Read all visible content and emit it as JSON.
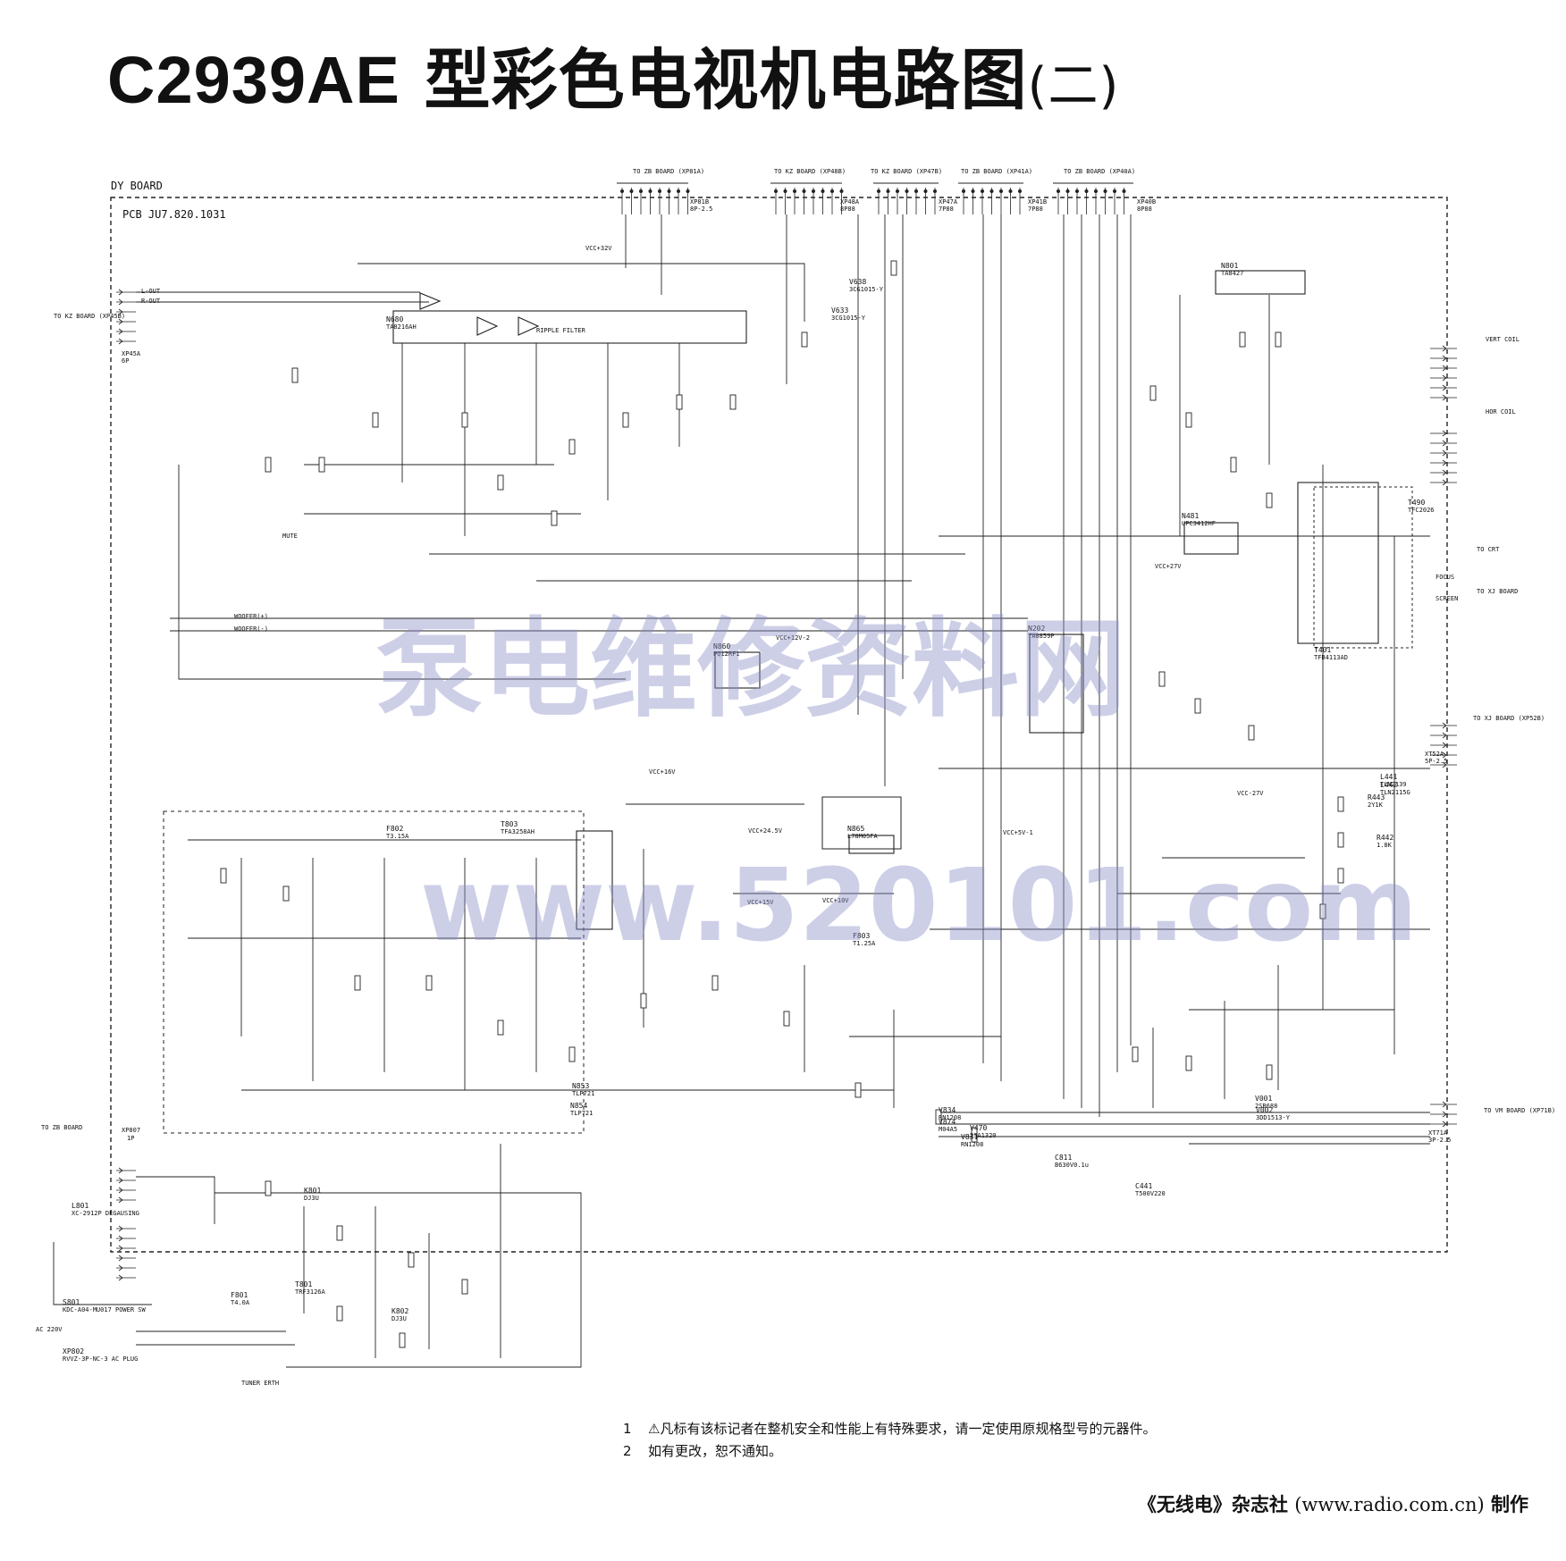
{
  "title": {
    "model": "C2939AE",
    "text": "型彩色电视机电路图",
    "suffix": "(二)"
  },
  "board": {
    "name": "DY BOARD",
    "pcb": "PCB JU7.820.1031"
  },
  "connectors_top": [
    {
      "label": "TO ZB BOARD (XP81A)",
      "id": "XP81B",
      "spec": "8P-2.5"
    },
    {
      "label": "TO KZ BOARD (XP48B)",
      "id": "XP48A",
      "spec": "8P88"
    },
    {
      "label": "TO KZ BOARD (XP47B)",
      "id": "XP47A",
      "spec": "7P88"
    },
    {
      "label": "TO ZB BOARD (XP41A)",
      "id": "XP41B",
      "spec": "7P88"
    },
    {
      "label": "TO ZB BOARD (XP40A)",
      "id": "XP40B",
      "spec": "8P88"
    }
  ],
  "connectors_side": [
    {
      "label": "TO KZ BOARD (XP45B)",
      "id": "XP45A",
      "spec": "6P"
    },
    {
      "label": "VERT COIL"
    },
    {
      "label": "HOR COIL"
    },
    {
      "label": "TO CRT"
    },
    {
      "label": "TO XJ BOARD"
    },
    {
      "label": "TO XJ BOARD (XP52B)",
      "id": "XT52A",
      "spec": "5P-2.5"
    },
    {
      "label": "TO VM BOARD (XP71B)",
      "id": "XT71A",
      "spec": "3P-2.5"
    },
    {
      "label": "TO ZB BOARD",
      "id": "XP807",
      "spec": "1P"
    },
    {
      "label": "AC 220V"
    },
    {
      "label": "TUNER ERTH"
    }
  ],
  "components": [
    {
      "ref": "N680",
      "part": "TA8216AH"
    },
    {
      "ref": "N801",
      "part": "TA8427"
    },
    {
      "ref": "N202",
      "part": "TA8859P"
    },
    {
      "ref": "N860",
      "part": "PQ12RF1"
    },
    {
      "ref": "N865",
      "part": "L78M05FA"
    },
    {
      "ref": "N481",
      "part": "UPC3412HF"
    },
    {
      "ref": "T803",
      "part": "TFA3258AH"
    },
    {
      "ref": "T401",
      "part": "TFB4113AD"
    },
    {
      "ref": "T490",
      "part": "TFC2026"
    },
    {
      "ref": "T801",
      "part": "TRF3126A"
    },
    {
      "ref": "V638",
      "part": "3CG1015-Y"
    },
    {
      "ref": "V633",
      "part": "3CG1015-Y"
    },
    {
      "ref": "V002",
      "part": "3DD1513-Y"
    },
    {
      "ref": "V001",
      "part": "2SB688"
    },
    {
      "ref": "V470",
      "part": "2SA1320"
    },
    {
      "ref": "V831",
      "part": "RN1208"
    },
    {
      "ref": "V834",
      "part": "RN1208"
    },
    {
      "ref": "V874",
      "part": "M04A5"
    },
    {
      "ref": "N854",
      "part": "TLP721"
    },
    {
      "ref": "N853",
      "part": "TLP721"
    },
    {
      "ref": "F802",
      "part": "T3.15A"
    },
    {
      "ref": "F801",
      "part": "T4.0A"
    },
    {
      "ref": "F803",
      "part": "T1.25A"
    },
    {
      "ref": "L801",
      "part": "XC-2912P DEGAUSING"
    },
    {
      "ref": "S801",
      "part": "KDC-A04-MU017 POWER SW"
    },
    {
      "ref": "XP802",
      "part": "RVVZ-3P-NC-3 AC PLUG"
    },
    {
      "ref": "K801",
      "part": "DJ3U"
    },
    {
      "ref": "K802",
      "part": "DJ3U"
    },
    {
      "ref": "C811",
      "part": "B630V0.1u"
    },
    {
      "ref": "C441",
      "part": "T500V220"
    },
    {
      "ref": "L441",
      "part": "TLN2139"
    },
    {
      "ref": "L442",
      "part": "TLN2115G"
    },
    {
      "ref": "R443",
      "part": "2Y1K"
    },
    {
      "ref": "R442",
      "part": "1.8K"
    }
  ],
  "signals": [
    "L-OUT",
    "R-OUT",
    "WOOFER(+)",
    "WOOFER(-)",
    "VCC+32V",
    "VCC+12V-2",
    "VCC+16V",
    "VCC+24.5V",
    "VCC+15V",
    "VCC+10V",
    "VCC+27V",
    "VCC-27V",
    "VCC+5V-1",
    "MUTE",
    "FOCUS",
    "SCREEN",
    "RIPPLE FILTER"
  ],
  "watermark": {
    "text1": "泵电维修资料网",
    "text2": "www.520101.com"
  },
  "notes": [
    {
      "num": "1",
      "symbol": "⚠",
      "text": "凡标有该标记者在整机安全和性能上有特殊要求，请一定使用原规格型号的元器件。"
    },
    {
      "num": "2",
      "symbol": "",
      "text": "如有更改，恕不通知。"
    }
  ],
  "credit": {
    "publisher": "《无线电》杂志社",
    "url": "(www.radio.com.cn)",
    "suffix": "制作"
  }
}
